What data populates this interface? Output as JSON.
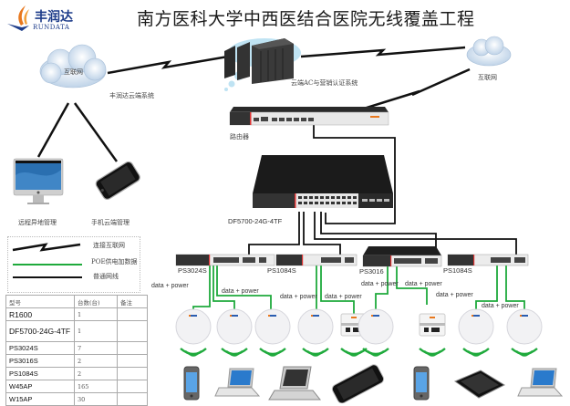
{
  "title": "南方医科大学中西医结合医院无线覆盖工程",
  "logo": {
    "cn": "丰润达",
    "en": "RUNDATA",
    "colors": {
      "flame": "#e8781e",
      "wing": "#1d3c8a"
    }
  },
  "clouds": {
    "left_internet": "互联网",
    "left_system": "丰润达云端系统",
    "ac_system": "云端AC与营销认证系统",
    "right_internet": "互联网"
  },
  "devices": {
    "router": "路由器",
    "core_switch": "DF5700-24G-4TF",
    "remote_pc": "远程异地管理",
    "mobile": "手机云端管理",
    "access_switches": [
      "PS3024S",
      "PS1084S",
      "PS3016",
      "PS1084S"
    ]
  },
  "link_labels": {
    "data_power": "data + power",
    "items": [
      "data + power",
      "data + power",
      "data + power",
      "data + power",
      "data + power",
      "data + power",
      "data + power",
      "data + power"
    ]
  },
  "legend": {
    "items": [
      {
        "label": "连接互联网",
        "type": "zigzag",
        "color": "#111111"
      },
      {
        "label": "POE供电加数据",
        "type": "line",
        "color": "#1faa3c"
      },
      {
        "label": "普通网线",
        "type": "line",
        "color": "#111111"
      }
    ]
  },
  "inventory": {
    "headers": [
      "型号",
      "台数(台)",
      "备注"
    ],
    "rows": [
      {
        "model": "R1600",
        "qty": "1",
        "note": ""
      },
      {
        "model": "DF5700-24G-4TF",
        "qty": "1",
        "note": ""
      },
      {
        "model": "PS3024S",
        "qty": "7",
        "note": ""
      },
      {
        "model": "PS3016S",
        "qty": "2",
        "note": ""
      },
      {
        "model": "PS1084S",
        "qty": "2",
        "note": ""
      },
      {
        "model": "W45AP",
        "qty": "165",
        "note": ""
      },
      {
        "model": "W15AP",
        "qty": "30",
        "note": ""
      }
    ]
  },
  "access_points": [
    "ceiling-ap",
    "ceiling-ap",
    "ceiling-ap",
    "ceiling-ap",
    "panel-ap",
    "ceiling-ap",
    "panel-ap",
    "ceiling-ap",
    "ceiling-ap"
  ],
  "clients": [
    "phone",
    "laptop",
    "laptop",
    "smartphone",
    "phone",
    "tablet",
    "laptop"
  ],
  "colors": {
    "poe": "#1faa3c",
    "wire": "#111111",
    "wifi": "#1faa3c"
  }
}
